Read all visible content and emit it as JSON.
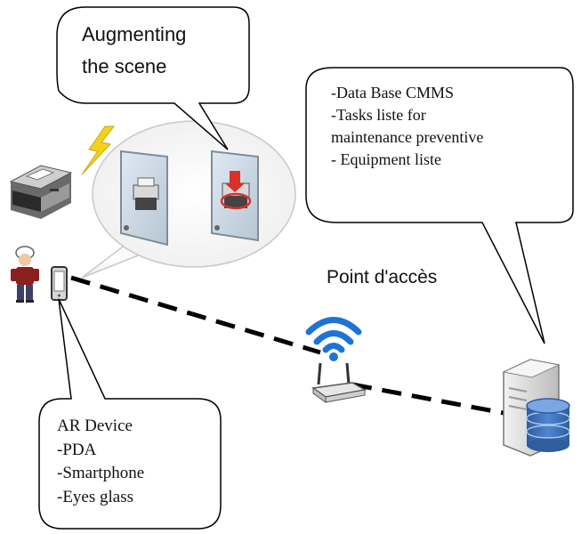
{
  "callouts": {
    "augmenting": [
      "Augmenting",
      "the scene"
    ],
    "database": [
      "-Data Base CMMS",
      "-Tasks liste for",
      "maintenance preventive",
      "- Equipment liste"
    ],
    "ar_device": [
      "AR Device",
      "-PDA",
      "-Smartphone",
      "-Eyes glass"
    ]
  },
  "labels": {
    "access_point": "Point d'accès"
  },
  "colors": {
    "wifi_blue": "#1e73d6",
    "lightning_yellow": "#f2d21b",
    "highlight_red": "#d9302a",
    "database_blue": "#3f6fb5"
  },
  "icons": [
    "printer-icon",
    "lightning-icon",
    "technician-icon",
    "handheld-device-icon",
    "wifi-router-icon",
    "server-database-icon"
  ]
}
